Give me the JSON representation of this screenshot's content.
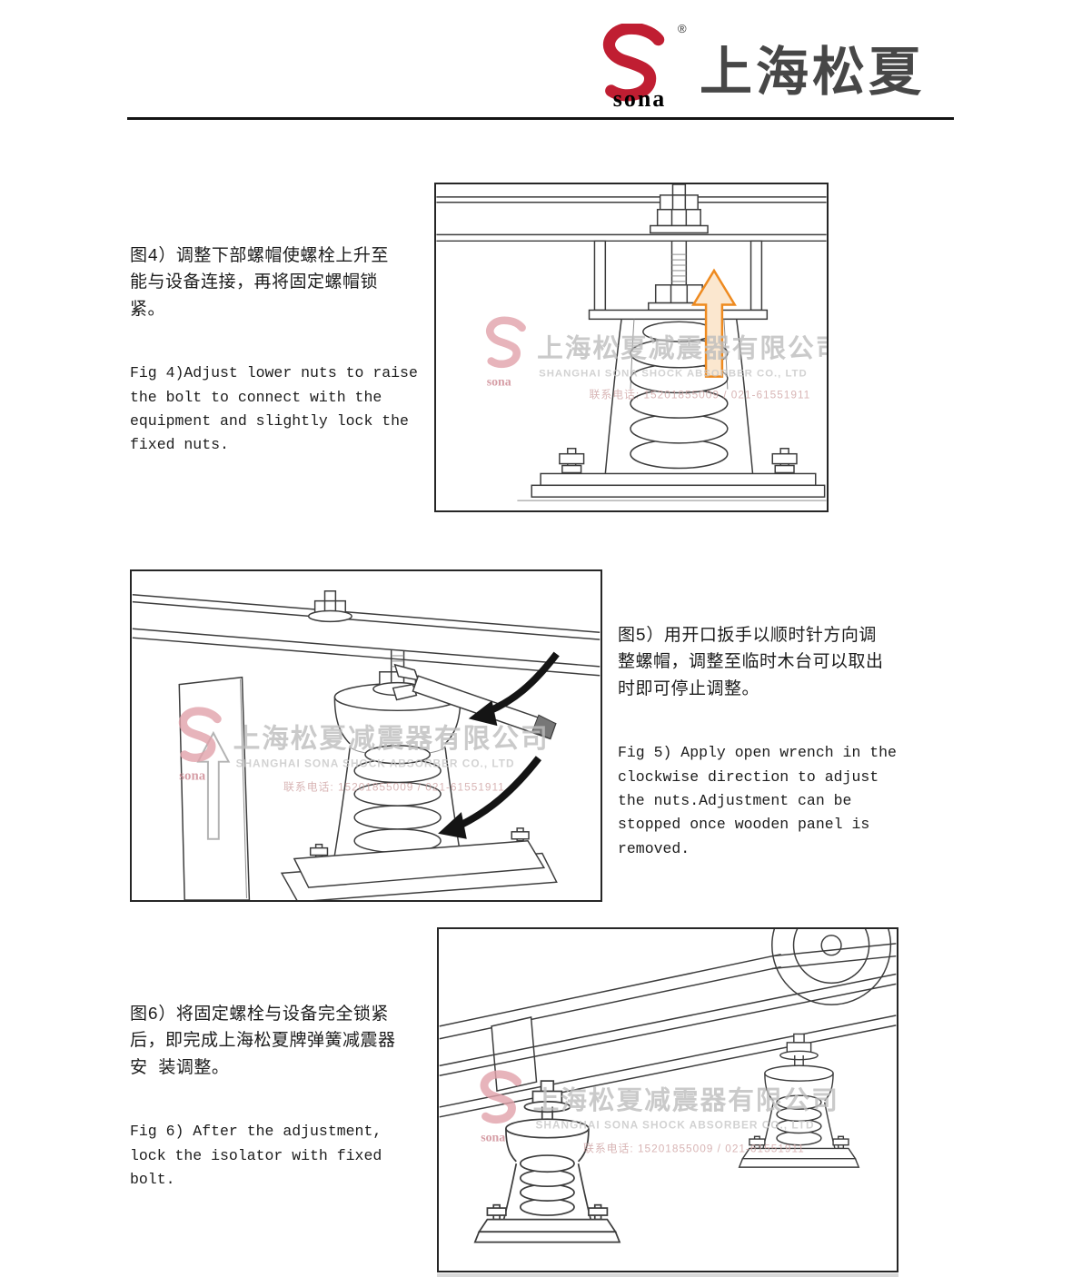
{
  "header": {
    "logo_text": "sona",
    "registered": "®",
    "brand_cn": "上海松夏"
  },
  "sections": {
    "fig4": {
      "zh": "图4）调整下部螺帽使螺栓上升至\n能与设备连接，再将固定螺帽锁\n紧。",
      "en": "Fig 4)Adjust lower nuts to raise\nthe bolt to connect with the\nequipment and slightly lock the\nfixed nuts."
    },
    "fig5": {
      "zh": "图5）用开口扳手以顺时针方向调\n整螺帽，调整至临时木台可以取出\n时即可停止调整。",
      "en": "Fig 5) Apply open wrench in the\nclockwise direction to adjust\nthe nuts.Adjustment can be\nstopped once wooden panel is\nremoved."
    },
    "fig6": {
      "zh": "图6）将固定螺栓与设备完全锁紧\n后，即完成上海松夏牌弹簧减震器\n安 装调整。",
      "en": "Fig 6) After the adjustment,\nlock the isolator with fixed\nbolt."
    }
  },
  "watermark": {
    "cn": "上海松夏减震器有限公司",
    "en": "SHANGHAI SONA SHOCK ABSORBER CO., LTD",
    "tel": "联系电话: 15201855009 / 021-61551911",
    "logo": "sona"
  },
  "colors": {
    "logo_red": "#c01e32",
    "arrow_orange": "#ee8a1f"
  }
}
